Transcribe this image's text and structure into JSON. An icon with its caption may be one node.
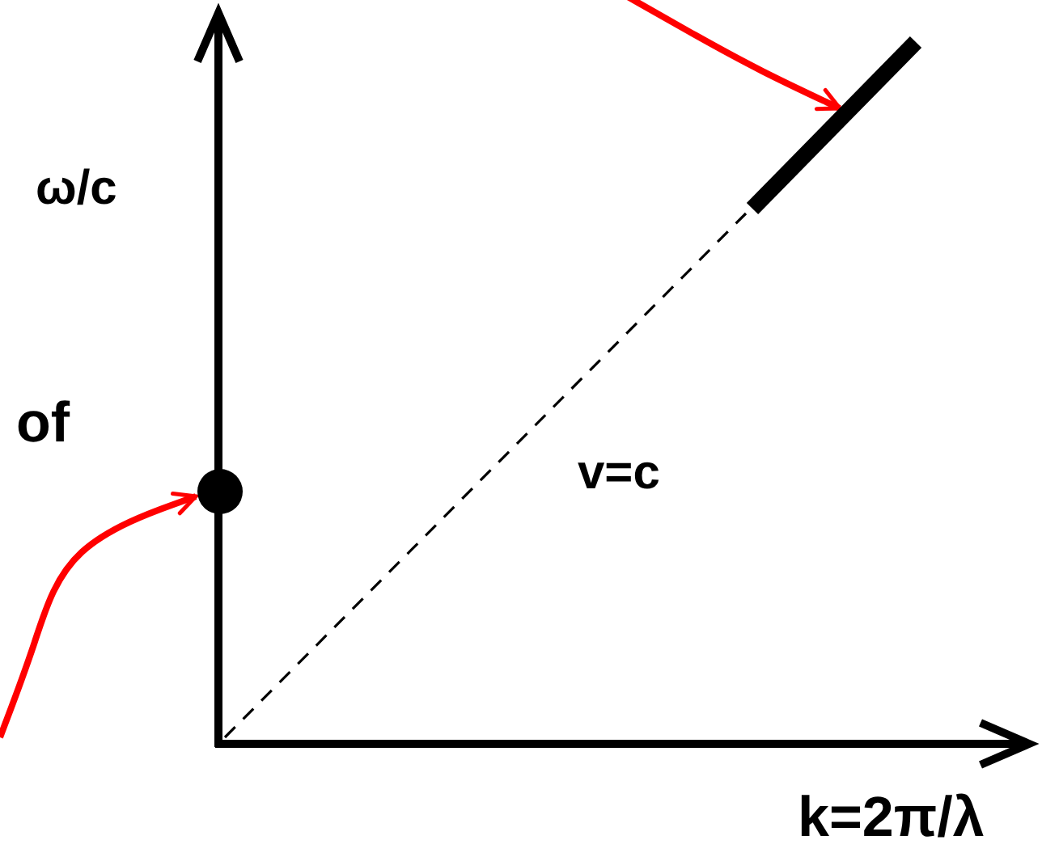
{
  "diagram": {
    "nodes": [
      {
        "text": [],
        "shape": "circle"
      },
      {
        "text": [],
        "shape": "bar"
      }
    ],
    "edges": [
      {
        "from": null,
        "to": 0,
        "arrow": "to"
      },
      {
        "from": null,
        "to": 1,
        "arrow": "to"
      }
    ],
    "labels": [
      "ω/c",
      "of",
      "v=c",
      "k=2π/λ"
    ]
  }
}
